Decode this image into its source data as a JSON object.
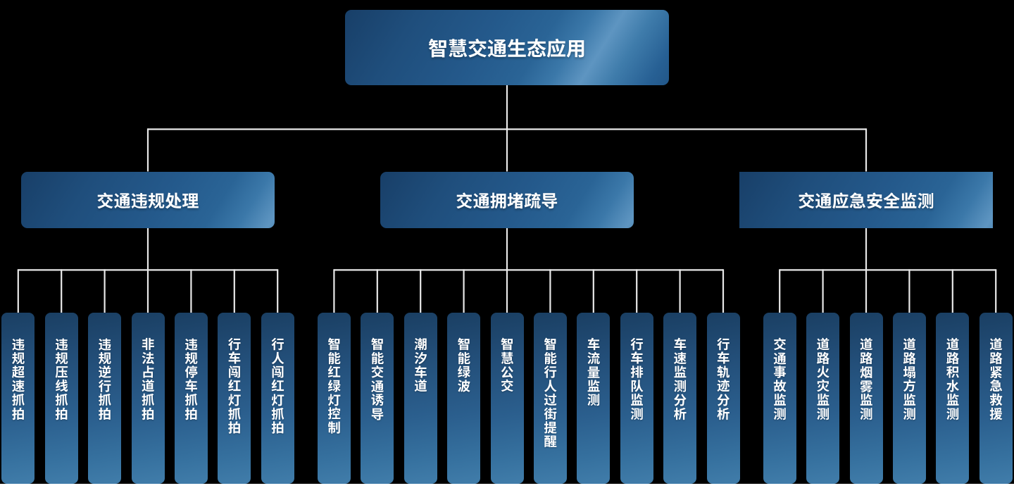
{
  "page": {
    "background_color": "#000000",
    "bottom_strip_color": "#ffffff"
  },
  "theme": {
    "connector_color": "#e9e9e9",
    "text_color": "#ffffff",
    "box_gradient": {
      "edge_dark": "#183f68",
      "left": "#1f4e7c",
      "mid": "#24598b",
      "pre_sheen": "#2a6496",
      "sheen_in": "#3b78a9",
      "sheen": "#5e95c1",
      "sheen_out": "#3f7cab",
      "right": "#276094",
      "edge_right": "#1e5080"
    },
    "pillar_gradient": {
      "top": "#1a3f63",
      "upper": "#224d77",
      "mid": "#2b5f8e",
      "lower": "#36719f",
      "bottom": "#417daa"
    }
  },
  "root": {
    "label": "智慧交通生态应用"
  },
  "branches": [
    {
      "label": "交通违规处理",
      "children": [
        "违规超速抓拍",
        "违规压线抓拍",
        "违规逆行抓拍",
        "非法占道抓拍",
        "违规停车抓拍",
        "行车闯红灯抓拍",
        "行人闯红灯抓拍"
      ]
    },
    {
      "label": "交通拥堵疏导",
      "children": [
        "智能红绿灯控制",
        "智能交通诱导",
        "潮汐车道",
        "智能绿波",
        "智慧公交",
        "智能行人过街提醒",
        "车流量监测",
        "行车排队监测",
        "车速监测分析",
        "行车轨迹分析"
      ]
    },
    {
      "label": "交通应急安全监测",
      "children": [
        "交通事故监测",
        "道路火灾监测",
        "道路烟雾监测",
        "道路塌方监测",
        "道路积水监测",
        "道路紧急救援"
      ]
    }
  ]
}
